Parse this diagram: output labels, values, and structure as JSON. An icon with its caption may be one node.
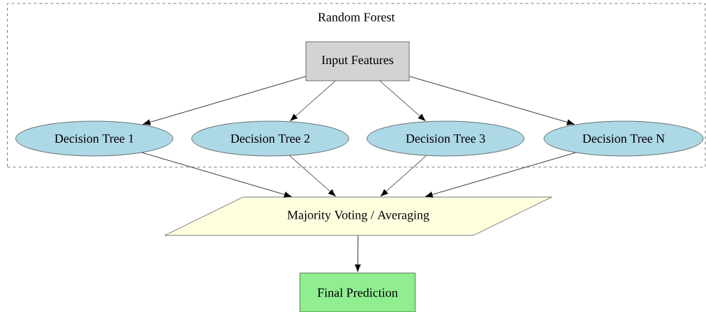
{
  "diagram": {
    "nodes": [
      {
        "text": [
          "Random Forest"
        ]
      },
      {
        "text": [
          "Input Features"
        ],
        "in": 0
      },
      {
        "text": [
          "Decision Tree 1"
        ],
        "in": 0
      },
      {
        "text": [
          "Decision Tree 2"
        ],
        "in": 0
      },
      {
        "text": [
          "Decision Tree 3"
        ],
        "in": 0
      },
      {
        "text": [
          "Decision Tree N"
        ],
        "in": 0
      },
      {
        "text": [
          "Majority Voting / Averaging"
        ]
      },
      {
        "text": [
          "Final Prediction"
        ]
      }
    ],
    "edges": [
      {
        "from": 1,
        "to": 2,
        "arrow": "to"
      },
      {
        "from": 1,
        "to": 3,
        "arrow": "to"
      },
      {
        "from": 1,
        "to": 4,
        "arrow": "to"
      },
      {
        "from": 1,
        "to": 5,
        "arrow": "to"
      },
      {
        "from": 2,
        "to": 6,
        "arrow": "to"
      },
      {
        "from": 3,
        "to": 6,
        "arrow": "to"
      },
      {
        "from": 4,
        "to": 6,
        "arrow": "to"
      },
      {
        "from": 5,
        "to": 6,
        "arrow": "to"
      },
      {
        "from": 6,
        "to": 7,
        "arrow": "to"
      }
    ]
  }
}
